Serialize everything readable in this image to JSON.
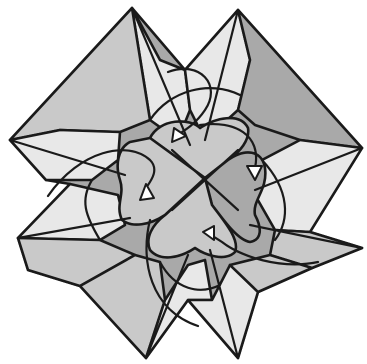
{
  "diagram": {
    "kind": "origami-fold-step",
    "colors": {
      "dark": "#a9a9a9",
      "mid": "#c9c9c9",
      "light": "#e8e8e8",
      "white": "#ffffff",
      "line": "#1a1a1a"
    },
    "arrows": [
      {
        "name": "arrow-top",
        "direction": "down-right"
      },
      {
        "name": "arrow-right",
        "direction": "down"
      },
      {
        "name": "arrow-left",
        "direction": "up"
      },
      {
        "name": "arrow-bottom",
        "direction": "up-left"
      }
    ]
  }
}
